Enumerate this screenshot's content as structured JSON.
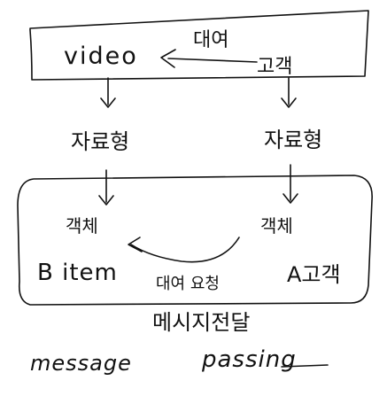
{
  "colors": {
    "ink": "#111111",
    "paper": "#ffffff"
  },
  "top_box": {
    "left_label": "video",
    "right_label": "고객",
    "arrow_label": "대여"
  },
  "middle": {
    "left_label": "자료형",
    "right_label": "자료형"
  },
  "bottom_box": {
    "left_top": "객체",
    "left_bottom": "B item",
    "right_top": "객체",
    "right_bottom": "A고객",
    "center_label": "대여 요청"
  },
  "footer": {
    "line1": "메시지전달",
    "word1": "message",
    "word2": "passing"
  }
}
